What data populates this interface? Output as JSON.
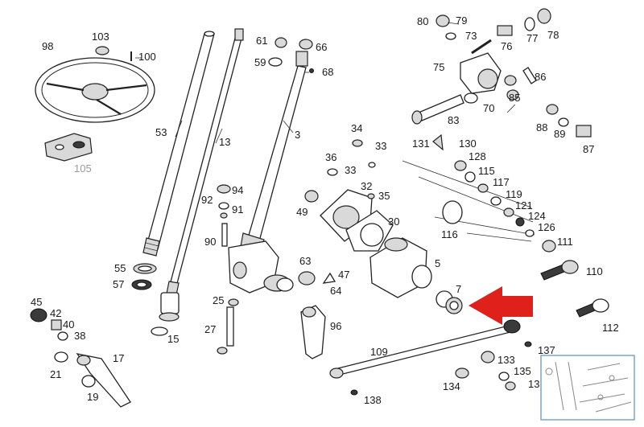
{
  "labels": [
    {
      "id": "98",
      "text": "98"
    },
    {
      "id": "103",
      "text": "103"
    },
    {
      "id": "100",
      "text": "100"
    },
    {
      "id": "105",
      "text": "105"
    },
    {
      "id": "53",
      "text": "53"
    },
    {
      "id": "13",
      "text": "13"
    },
    {
      "id": "61",
      "text": "61"
    },
    {
      "id": "66",
      "text": "66"
    },
    {
      "id": "59",
      "text": "59"
    },
    {
      "id": "68",
      "text": "68"
    },
    {
      "id": "3",
      "text": "3"
    },
    {
      "id": "80",
      "text": "80"
    },
    {
      "id": "79",
      "text": "79"
    },
    {
      "id": "73",
      "text": "73"
    },
    {
      "id": "76",
      "text": "76"
    },
    {
      "id": "77",
      "text": "77"
    },
    {
      "id": "78",
      "text": "78"
    },
    {
      "id": "75",
      "text": "75"
    },
    {
      "id": "86",
      "text": "86"
    },
    {
      "id": "70",
      "text": "70"
    },
    {
      "id": "85",
      "text": "85"
    },
    {
      "id": "83",
      "text": "83"
    },
    {
      "id": "88",
      "text": "88"
    },
    {
      "id": "89",
      "text": "89"
    },
    {
      "id": "87",
      "text": "87"
    },
    {
      "id": "34",
      "text": "34"
    },
    {
      "id": "33a",
      "text": "33"
    },
    {
      "id": "36",
      "text": "36"
    },
    {
      "id": "33b",
      "text": "33"
    },
    {
      "id": "131",
      "text": "131"
    },
    {
      "id": "130",
      "text": "130"
    },
    {
      "id": "128",
      "text": "128"
    },
    {
      "id": "115",
      "text": "115"
    },
    {
      "id": "117",
      "text": "117"
    },
    {
      "id": "119",
      "text": "119"
    },
    {
      "id": "121",
      "text": "121"
    },
    {
      "id": "124",
      "text": "124"
    },
    {
      "id": "126",
      "text": "126"
    },
    {
      "id": "116",
      "text": "116"
    },
    {
      "id": "111",
      "text": "111"
    },
    {
      "id": "92",
      "text": "92"
    },
    {
      "id": "94",
      "text": "94"
    },
    {
      "id": "91",
      "text": "91"
    },
    {
      "id": "90",
      "text": "90"
    },
    {
      "id": "32",
      "text": "32"
    },
    {
      "id": "35",
      "text": "35"
    },
    {
      "id": "49",
      "text": "49"
    },
    {
      "id": "30",
      "text": "30"
    },
    {
      "id": "55",
      "text": "55"
    },
    {
      "id": "57",
      "text": "57"
    },
    {
      "id": "63",
      "text": "63"
    },
    {
      "id": "47",
      "text": "47"
    },
    {
      "id": "64",
      "text": "64"
    },
    {
      "id": "5",
      "text": "5"
    },
    {
      "id": "110",
      "text": "110"
    },
    {
      "id": "7",
      "text": "7"
    },
    {
      "id": "45",
      "text": "45"
    },
    {
      "id": "42",
      "text": "42"
    },
    {
      "id": "40",
      "text": "40"
    },
    {
      "id": "38",
      "text": "38"
    },
    {
      "id": "25",
      "text": "25"
    },
    {
      "id": "15",
      "text": "15"
    },
    {
      "id": "27",
      "text": "27"
    },
    {
      "id": "96",
      "text": "96"
    },
    {
      "id": "112",
      "text": "112"
    },
    {
      "id": "17",
      "text": "17"
    },
    {
      "id": "109",
      "text": "109"
    },
    {
      "id": "137",
      "text": "137"
    },
    {
      "id": "133",
      "text": "133"
    },
    {
      "id": "21",
      "text": "21"
    },
    {
      "id": "135",
      "text": "135"
    },
    {
      "id": "13b",
      "text": "13"
    },
    {
      "id": "134",
      "text": "134"
    },
    {
      "id": "19",
      "text": "19"
    },
    {
      "id": "138",
      "text": "138"
    }
  ],
  "highlight": {
    "color": "#e0201a",
    "points_to": "7"
  }
}
